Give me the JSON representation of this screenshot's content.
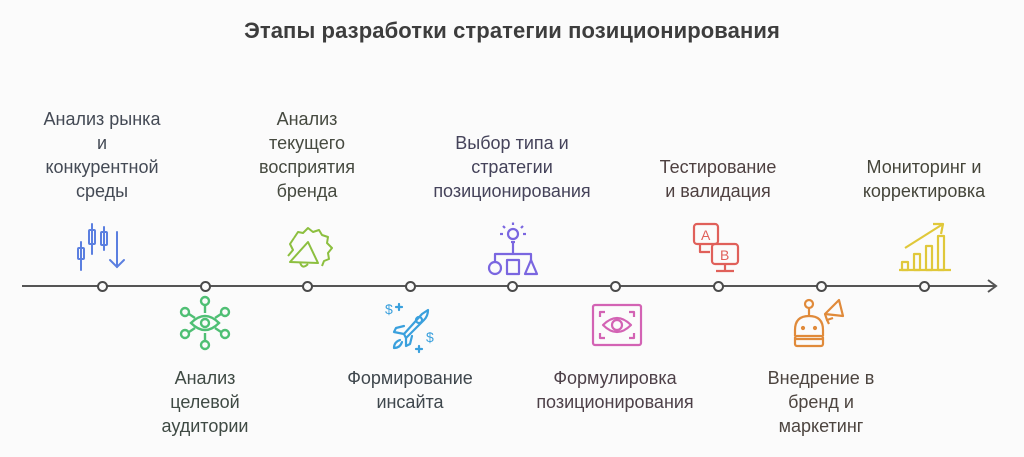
{
  "title": "Этапы разработки стратегии позиционирования",
  "timeline": {
    "line_color": "#555555",
    "stages": [
      {
        "label": "Анализ рынка и конкурентной среды",
        "lines": [
          "Анализ рынка",
          "и",
          "конкурентной",
          "среды"
        ],
        "position": "top",
        "icon": "candlestick-chart-down-icon",
        "color": "#5b7fe0",
        "text_color": "#444a55"
      },
      {
        "label": "Анализ целевой аудитории",
        "lines": [
          "Анализ",
          "целевой",
          "аудитории"
        ],
        "position": "bottom",
        "icon": "eye-network-icon",
        "color": "#4fbf74",
        "text_color": "#3f4a44"
      },
      {
        "label": "Анализ текущего восприятия бренда",
        "lines": [
          "Анализ",
          "текущего",
          "восприятия",
          "бренда"
        ],
        "position": "top",
        "icon": "megaphone-badge-icon",
        "color": "#8cbf3f",
        "text_color": "#464a40"
      },
      {
        "label": "Формирование инсайта",
        "lines": [
          "Формирование",
          "инсайта"
        ],
        "position": "bottom",
        "icon": "rocket-dollar-icon",
        "color": "#3aa0dd",
        "text_color": "#3f474d"
      },
      {
        "label": "Выбор типа и стратегии позиционирования",
        "lines": [
          "Выбор типа и",
          "стратегии",
          "позиционирования"
        ],
        "position": "top",
        "icon": "idea-hierarchy-icon",
        "color": "#7a66e0",
        "text_color": "#45435a"
      },
      {
        "label": "Формулировка позиционирования",
        "lines": [
          "Формулировка",
          "позиционирования"
        ],
        "position": "bottom",
        "icon": "eye-focus-frame-icon",
        "color": "#d363b4",
        "text_color": "#4d4048"
      },
      {
        "label": "Тестирование и валидация",
        "lines": [
          "Тестирование",
          "и валидация"
        ],
        "position": "top",
        "icon": "ab-test-screens-icon",
        "color": "#e0605a",
        "text_color": "#4e4040"
      },
      {
        "label": "Внедрение в бренд и маркетинг",
        "lines": [
          "Внедрение в",
          "бренд и",
          "маркетинг"
        ],
        "position": "bottom",
        "icon": "robot-megaphone-icon",
        "color": "#e08a3a",
        "text_color": "#4d4540"
      },
      {
        "label": "Мониторинг и корректировка",
        "lines": [
          "Мониторинг и",
          "корректировка"
        ],
        "position": "top",
        "icon": "growth-bar-chart-icon",
        "color": "#e0c83a",
        "text_color": "#45453a"
      }
    ]
  }
}
